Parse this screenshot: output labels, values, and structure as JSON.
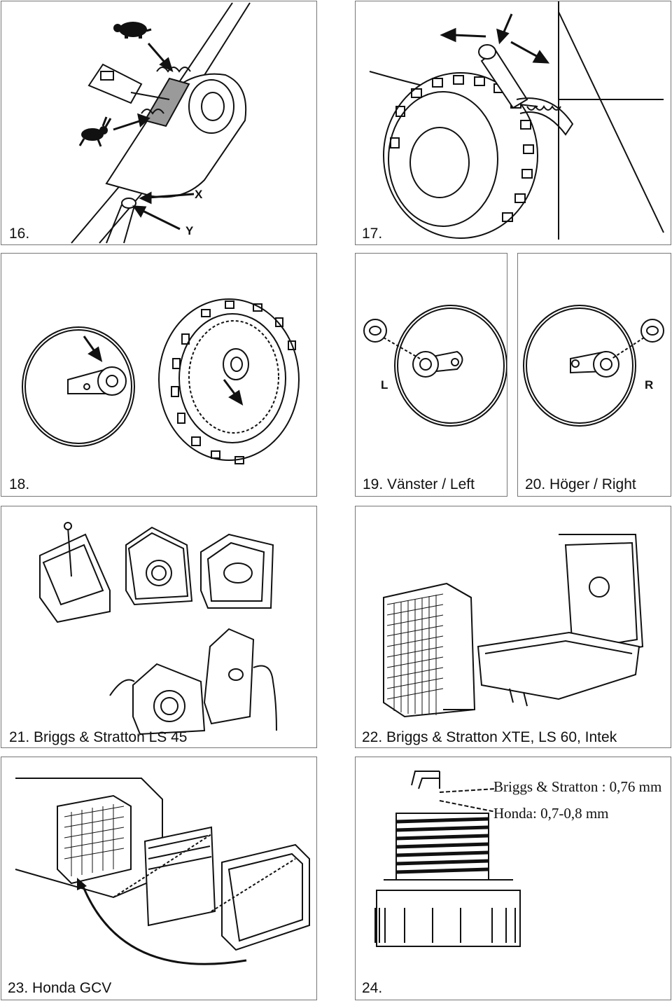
{
  "panels": {
    "p16": {
      "caption": "16.",
      "label_x": "X",
      "label_y": "Y",
      "icons": [
        "turtle-icon",
        "hare-icon"
      ]
    },
    "p17": {
      "caption": "17."
    },
    "p18": {
      "caption": "18."
    },
    "p19": {
      "caption": "19. Vänster / Left",
      "label": "L"
    },
    "p20": {
      "caption": "20. Höger / Right",
      "label": "R"
    },
    "p21": {
      "caption": "21. Briggs & Stratton LS 45"
    },
    "p22": {
      "caption": "22. Briggs & Stratton XTE, LS 60, Intek"
    },
    "p23": {
      "caption": "23. Honda GCV"
    },
    "p24": {
      "caption": "24.",
      "note_briggs": "Briggs & Stratton : 0,76 mm",
      "note_honda": "Honda: 0,7-0,8 mm"
    }
  },
  "colors": {
    "line": "#111111",
    "frame": "#777777",
    "fill_gray": "#9a9a9a"
  }
}
